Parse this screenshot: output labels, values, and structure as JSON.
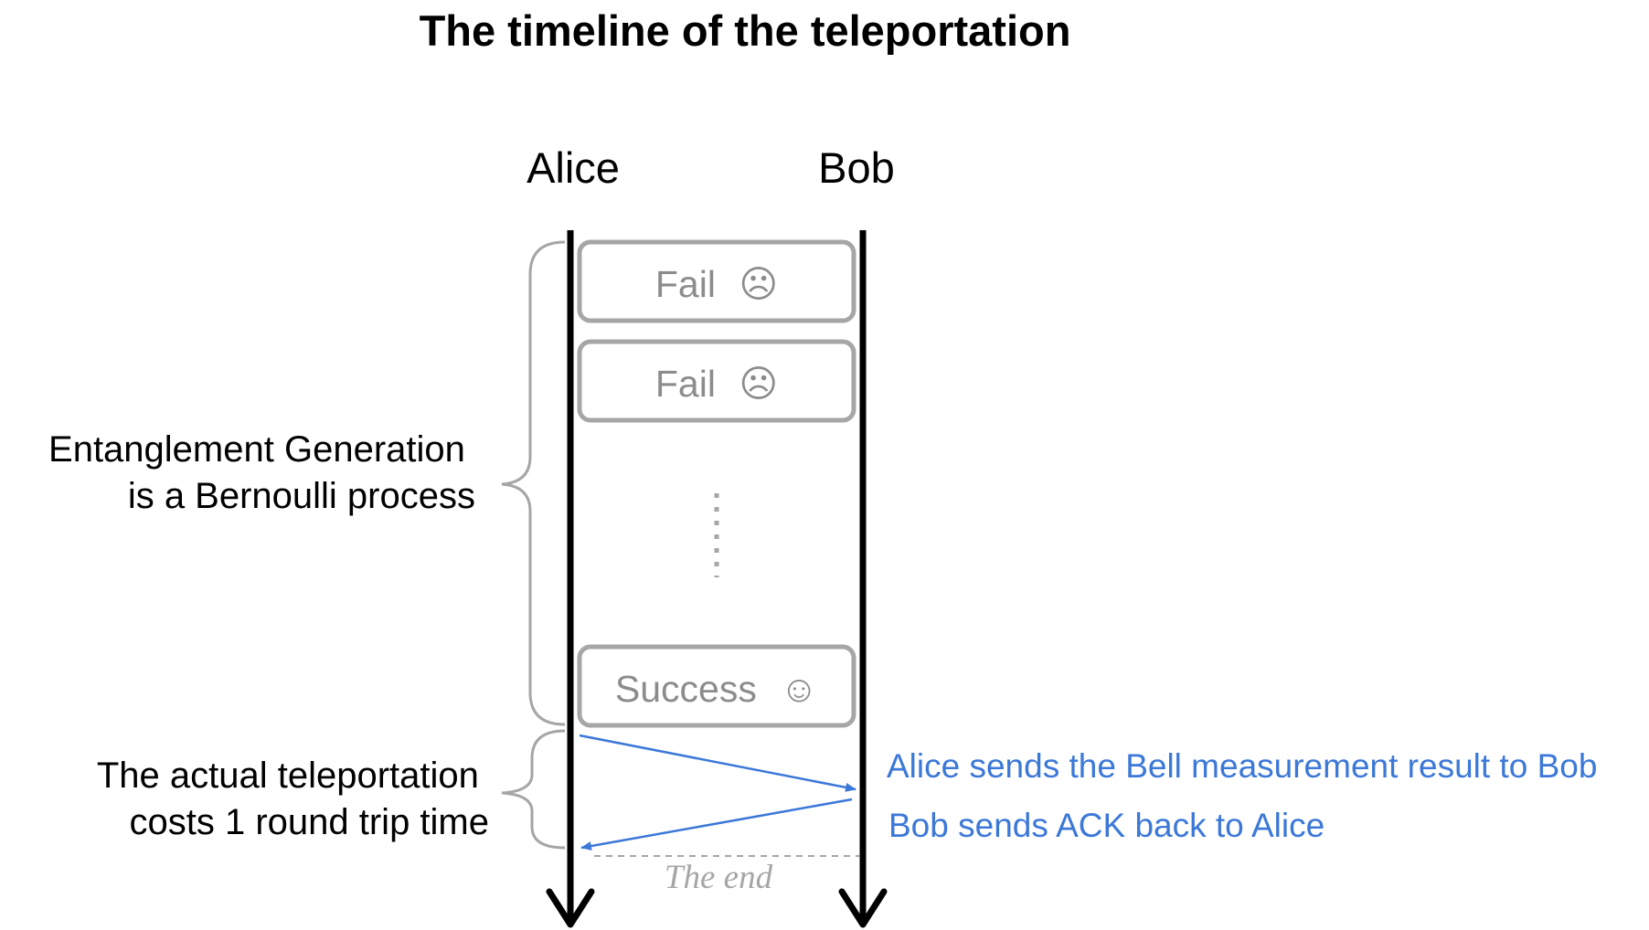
{
  "title": "The timeline of the teleportation",
  "actors": {
    "left": "Alice",
    "right": "Bob"
  },
  "steps": [
    {
      "label": "Fail",
      "icon": "sad-face-icon",
      "glyph": "☹"
    },
    {
      "label": "Fail",
      "icon": "sad-face-icon",
      "glyph": "☹"
    },
    {
      "label": "Success",
      "icon": "happy-face-icon",
      "glyph": "☺"
    }
  ],
  "phases": {
    "generation": {
      "lines": [
        "Entanglement Generation",
        "is a Bernoulli process"
      ]
    },
    "teleportation": {
      "lines": [
        "The actual teleportation",
        "costs 1 round trip time"
      ]
    }
  },
  "messages": [
    {
      "label": "Alice sends the Bell measurement result to Bob",
      "from": "Alice",
      "to": "Bob"
    },
    {
      "label": "Bob sends ACK back to Alice",
      "from": "Bob",
      "to": "Alice"
    }
  ],
  "end_label": "The end",
  "colors": {
    "message": "#3c78d8",
    "box_outline": "#a6a6a6",
    "box_text": "#8c8c8c",
    "lifeline": "#000000"
  }
}
